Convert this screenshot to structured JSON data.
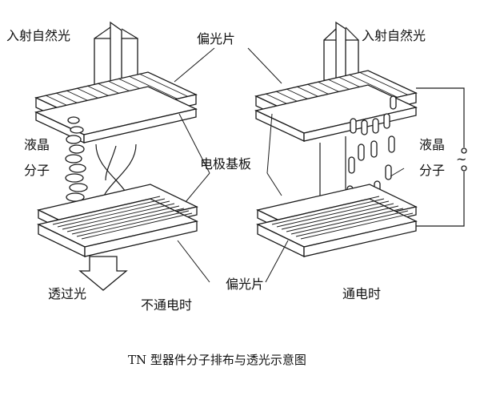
{
  "labels": {
    "incident_light": "入射自然光",
    "polarizer": "偏光片",
    "liquid_crystal": "液晶",
    "molecule": "分子",
    "electrode_substrate": "电极基板",
    "transmitted_light": "透过光",
    "no_power": "不通电时",
    "power_on": "通电时",
    "ac_symbol": "~"
  },
  "caption": "TN 型器件分子排布与透光示意图",
  "colors": {
    "line": "#1a1a1a",
    "plate_fill": "#ffffff",
    "light_fill": "#ffffff"
  }
}
